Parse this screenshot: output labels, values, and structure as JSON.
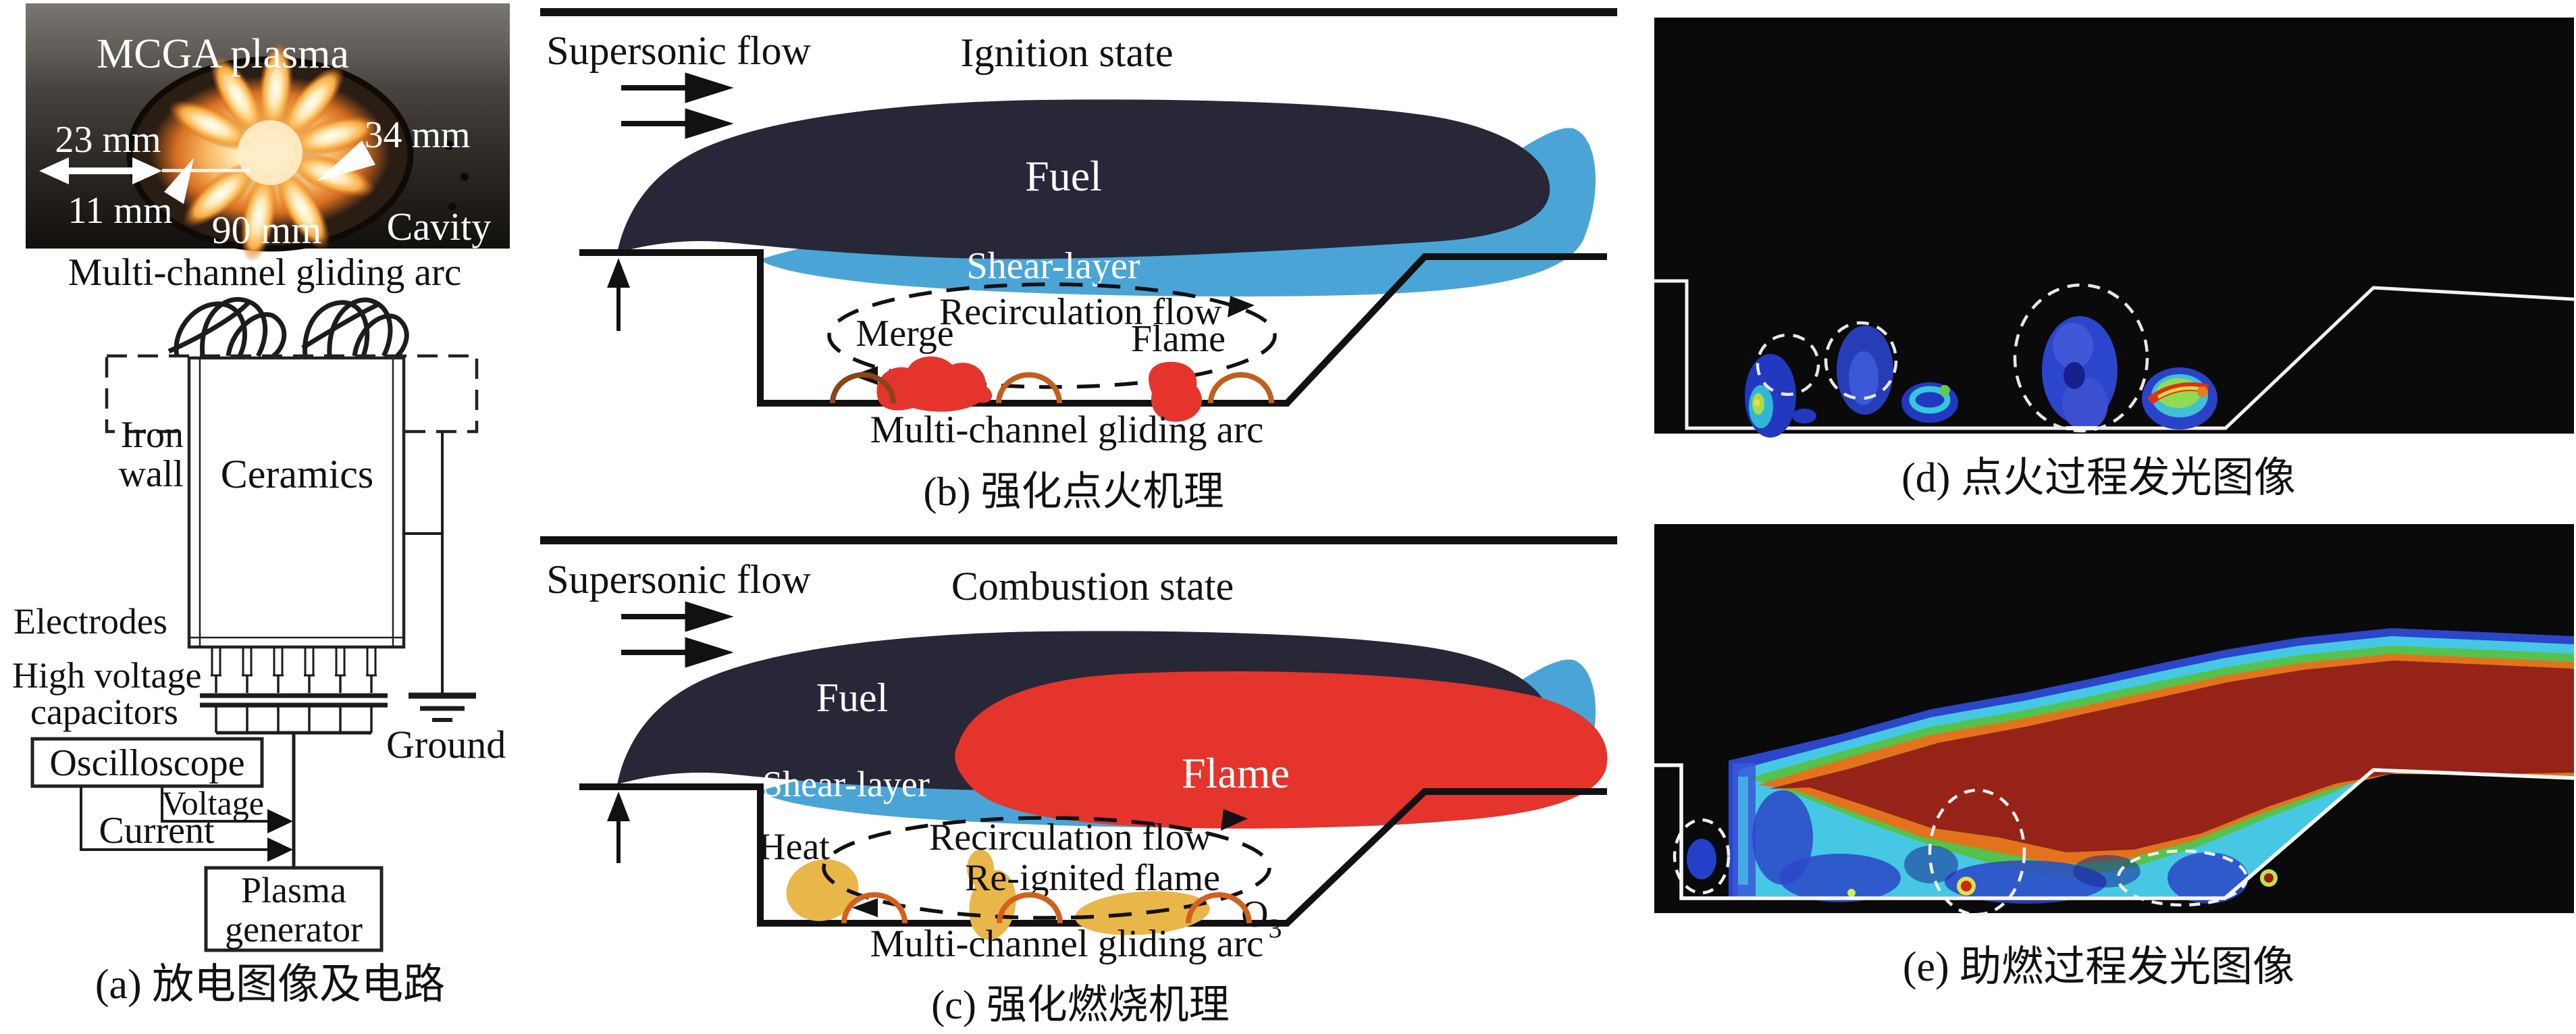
{
  "panel_a": {
    "photo": {
      "title": "MCGA plasma",
      "dim_23": "23 mm",
      "dim_34": "34 mm",
      "dim_11": "11 mm",
      "dim_90": "90 mm",
      "cavity": "Cavity",
      "caption": "Multi-channel gliding arc"
    },
    "circuit": {
      "iron_line1": "Iron",
      "iron_line2": "wall",
      "ceramics": "Ceramics",
      "electrodes": "Electrodes",
      "hv_line1": "High voltage",
      "hv_line2": "capacitors",
      "oscilloscope": "Oscilloscope",
      "voltage": "Voltage",
      "current": "Current",
      "ground": "Ground",
      "plasma_line1": "Plasma",
      "plasma_line2": "generator"
    },
    "caption": "(a) 放电图像及电路"
  },
  "panel_b": {
    "supersonic": "Supersonic flow",
    "state": "Ignition state",
    "fuel": "Fuel",
    "shear": "Shear-layer",
    "recirculation": "Recirculation flow",
    "merge": "Merge",
    "flame": "Flame",
    "gliding_arc": "Multi-channel gliding arc",
    "caption": "(b) 强化点火机理"
  },
  "panel_c": {
    "supersonic": "Supersonic flow",
    "state": "Combustion state",
    "fuel": "Fuel",
    "shear": "Shear-layer",
    "heat": "Heat",
    "recirculation": "Recirculation flow",
    "reignited": "Re-ignited flame",
    "o3_main": "O",
    "o3_sub": "3",
    "flame": "Flame",
    "gliding_arc": "Multi-channel gliding arc",
    "caption": "(c) 强化燃烧机理"
  },
  "panel_d": {
    "caption": "(d) 点火过程发光图像"
  },
  "panel_e": {
    "caption": "(e) 助燃过程发光图像"
  },
  "colors": {
    "fuel_navy": "#272738",
    "shear_blue": "#4aa5d6",
    "flame_red": "#e4342c",
    "heat_yellow": "#e9b64a",
    "arc_orange": "#c05f1e",
    "core_dark_red": "#962317",
    "luminous_blue": "#2b46c8",
    "luminous_cyan": "#46c8e4",
    "luminous_green": "#55c24c",
    "luminous_orange": "#e2731c"
  }
}
